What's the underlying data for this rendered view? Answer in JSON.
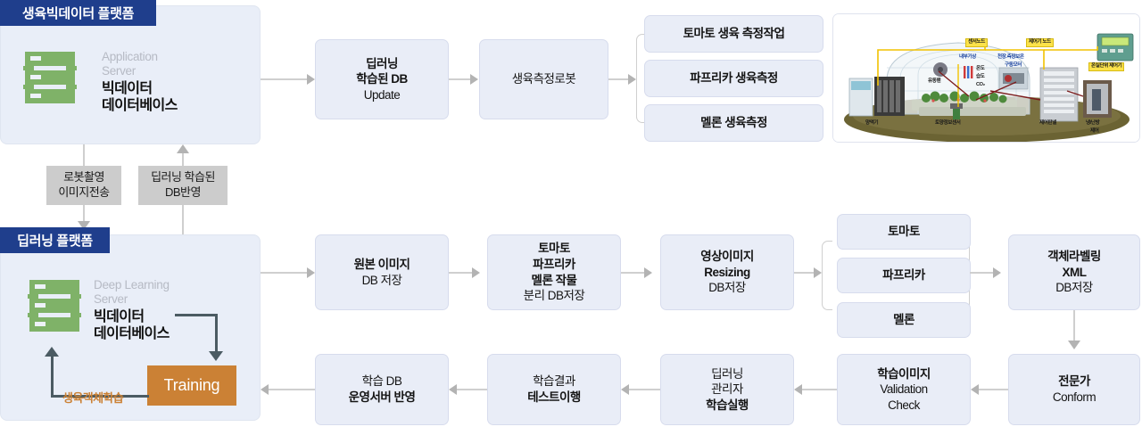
{
  "platforms": {
    "growth": {
      "title": "생육빅데이터 플랫폼",
      "server_sub": "Application\nServer",
      "server_sub_l1": "Application",
      "server_sub_l2": "Server",
      "server_main_l1": "빅데이터",
      "server_main_l2": "데이터베이스",
      "icon": "server-icon"
    },
    "deep": {
      "title": "딥러닝 플랫폼",
      "server_sub_l1": "Deep Learning",
      "server_sub_l2": "Server",
      "server_main_l1": "빅데이터",
      "server_main_l2": "데이터베이스",
      "icon": "server-icon",
      "training_label": "Training",
      "loop_label": "생육객체학습"
    }
  },
  "connectors": {
    "robot_capture_l1": "로봇촬영",
    "robot_capture_l2": "이미지전송",
    "db_reflect_l1": "딥러닝 학습된",
    "db_reflect_l2": "DB반영"
  },
  "top_flow": [
    {
      "id": "deep-db-update",
      "lines": [
        {
          "t": "딥러닝",
          "b": true
        },
        {
          "t": "학습된 DB",
          "b": true
        },
        {
          "t": "Update",
          "b": false
        }
      ]
    },
    {
      "id": "growth-measure-robot",
      "lines": [
        {
          "t": "생육측정로봇",
          "b": false
        }
      ]
    }
  ],
  "top_measure_group": [
    {
      "id": "tomato-measure",
      "label": "토마토 생육 측정작업"
    },
    {
      "id": "paprika-measure",
      "label": "파프리카 생육측정"
    },
    {
      "id": "melon-measure",
      "label": "멜론 생육측정"
    }
  ],
  "mid_flow": [
    {
      "id": "source-image-db",
      "lines": [
        {
          "t": "원본 이미지",
          "b": true
        },
        {
          "t": "DB 저장",
          "b": false
        }
      ]
    },
    {
      "id": "crop-split-db",
      "lines": [
        {
          "t": "토마토",
          "b": true
        },
        {
          "t": "파프리카",
          "b": true
        },
        {
          "t": "멜론 작물",
          "b": true
        },
        {
          "t": "분리 DB저장",
          "b": false
        }
      ]
    },
    {
      "id": "image-resizing-db",
      "lines": [
        {
          "t": "영상이미지",
          "b": true
        },
        {
          "t": "Resizing",
          "b": true
        },
        {
          "t": "DB저장",
          "b": false
        }
      ]
    }
  ],
  "crop_group": [
    {
      "id": "crop-tomato",
      "label": "토마토"
    },
    {
      "id": "crop-paprika",
      "label": "파프리카"
    },
    {
      "id": "crop-melon",
      "label": "멜론"
    }
  ],
  "labeling_box": {
    "id": "object-labeling-xml",
    "lines": [
      {
        "t": "객체라벨링",
        "b": true
      },
      {
        "t": "XML",
        "b": true
      },
      {
        "t": "DB저장",
        "b": false
      }
    ]
  },
  "expert_box": {
    "id": "expert-conform",
    "lines": [
      {
        "t": "전문가",
        "b": true
      },
      {
        "t": "Conform",
        "b": false
      }
    ]
  },
  "bottom_flow": [
    {
      "id": "training-image-validation",
      "lines": [
        {
          "t": "학습이미지",
          "b": true
        },
        {
          "t": "Validation",
          "b": false
        },
        {
          "t": "Check",
          "b": false
        }
      ]
    },
    {
      "id": "deep-manager-train",
      "lines": [
        {
          "t": "딥러닝",
          "b": false
        },
        {
          "t": "관리자",
          "b": false
        },
        {
          "t": "학습실행",
          "b": true
        }
      ]
    },
    {
      "id": "test-result",
      "lines": [
        {
          "t": "학습결과",
          "b": false
        },
        {
          "t": "테스트이행",
          "b": true
        }
      ]
    },
    {
      "id": "apply-operation-server",
      "lines": [
        {
          "t": "학습 DB",
          "b": false
        },
        {
          "t": "운영서버 반영",
          "b": true
        }
      ]
    }
  ],
  "greenhouse": {
    "title_alt": "greenhouse-control-diagram",
    "labels": [
      {
        "id": "sensor-node",
        "text": "센서노드"
      },
      {
        "id": "controller-node",
        "text": "제어기 노드"
      },
      {
        "id": "greenhouse-unit-controller",
        "text": "온실단위 제어기"
      }
    ],
    "texts": [
      {
        "id": "internal-weather",
        "text": "내부기상"
      },
      {
        "id": "temperature",
        "text": "온도"
      },
      {
        "id": "humidity",
        "text": "습도"
      },
      {
        "id": "co2",
        "text": "CO₂"
      },
      {
        "id": "ceiling-side-insulation",
        "text": "천장.측장보온"
      },
      {
        "id": "drive-motor",
        "text": "구동모터"
      },
      {
        "id": "circulation-fan",
        "text": "유동팬"
      },
      {
        "id": "nutrient-supply",
        "text": "양액기"
      },
      {
        "id": "soil-sensor",
        "text": "토양정보센서"
      },
      {
        "id": "control-panel",
        "text": "제어판넬"
      },
      {
        "id": "cooling-heating-1",
        "text": "냉/난방"
      },
      {
        "id": "cooling-heating-2",
        "text": "제어"
      }
    ]
  },
  "colors": {
    "navy": "#1f3e8c",
    "panel_bg": "#e9eef8",
    "box_bg": "#e9edf7",
    "server_green": "#7fb268",
    "training_orange": "#cb8135",
    "gray_label": "#cccccc",
    "connector": "#cfcfcf"
  }
}
